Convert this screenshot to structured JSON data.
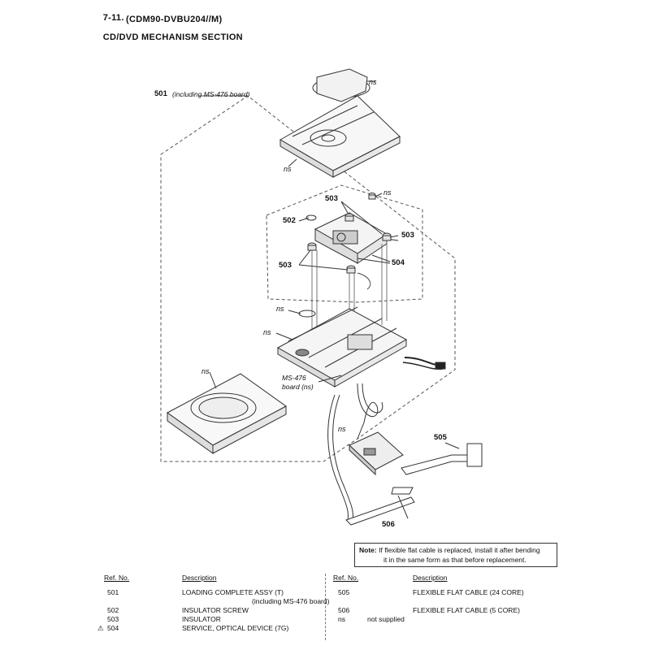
{
  "header": {
    "section_number": "7-11.",
    "section_title": "CD/DVD MECHANISM SECTION",
    "model": "(CDM90-DVBU204//M)"
  },
  "callouts": {
    "c501": "501",
    "c501_note": "(including MS-476 board)",
    "c502": "502",
    "c503a": "503",
    "c503b": "503",
    "c503c": "503",
    "c504": "504",
    "c505": "505",
    "c506": "506",
    "ms476": "MS-476",
    "board_ns": "board (ns)",
    "ns": "ns"
  },
  "note": {
    "label": "Note:",
    "line1": "If flexible flat cable is replaced, install it after bending",
    "line2": "it in the same form as that before replacement."
  },
  "parts_table": {
    "headers": {
      "ref": "Ref. No.",
      "desc": "Description"
    },
    "left": [
      {
        "ref": "501",
        "desc": "LOADING COMPLETE ASSY (T)",
        "sub": "(including MS-476 board)"
      },
      {
        "ref": "502",
        "desc": "INSULATOR SCREW"
      },
      {
        "ref": "503",
        "desc": "INSULATOR"
      },
      {
        "ref": "504",
        "desc": "SERVICE, OPTICAL DEVICE (7G)",
        "mark": "⚠"
      }
    ],
    "right": [
      {
        "ref": "505",
        "desc": "FLEXIBLE FLAT CABLE (24 CORE)"
      },
      {
        "ref": "506",
        "desc": "FLEXIBLE FLAT CABLE (5 CORE)"
      },
      {
        "ref": "ns",
        "desc": "not supplied"
      }
    ]
  }
}
